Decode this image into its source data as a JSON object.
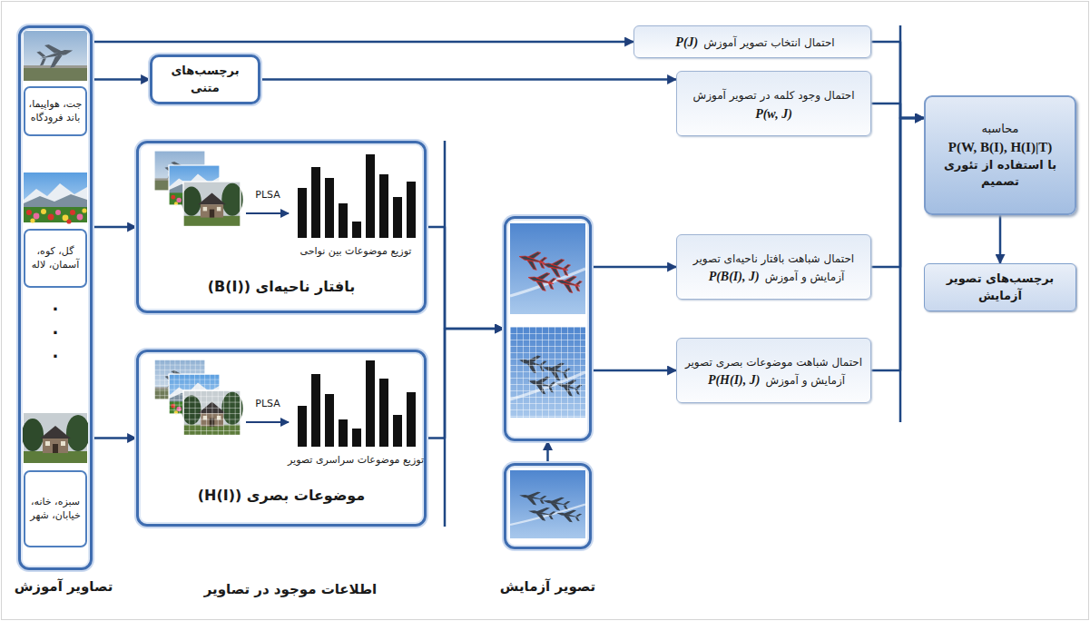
{
  "diagram": {
    "nodes": [
      {
        "text": [
          "تصاویر آموزش"
        ]
      },
      {
        "text": [
          "جت، هواپیما، باند فرودگاه"
        ],
        "in": 0
      },
      {
        "text": [
          "گل، کوه، آسمان، لاله"
        ],
        "in": 0
      },
      {
        "text": [
          "سبزه، خانه، خیابان، شهر"
        ],
        "in": 0
      },
      {
        "text": [
          "برچسب‌های متنی"
        ]
      },
      {
        "text": [
          "PLSA",
          "توزیع موضوعات بین نواحی",
          "بافتار ناحیه‌ای (B(I))"
        ]
      },
      {
        "text": [
          "PLSA",
          "توزیع موضوعات سراسری تصویر",
          "موضوعات بصری (H(I))"
        ]
      },
      {
        "text": []
      },
      {
        "text": [
          "تصویر آزمایش"
        ]
      },
      {
        "text": [
          "احتمال انتخاب تصویر آموزش",
          "P(J)"
        ]
      },
      {
        "text": [
          "احتمال وجود کلمه در تصویر آموزش",
          "P(w, J)"
        ]
      },
      {
        "text": [
          "احتمال شباهت بافتار ناحیه‌ای تصویر آزمایش و آموزش",
          "P(B(I), J)"
        ]
      },
      {
        "text": [
          "احتمال شباهت موضوعات بصری تصویر آزمایش و آموزش",
          "P(H(I), J)"
        ]
      },
      {
        "text": [
          "محاسبه",
          "P(W, B(I), H(I)|T)",
          "با استفاده از تئوری تصمیم"
        ]
      },
      {
        "text": [
          "برچسب‌های تصویر آزمایش"
        ]
      }
    ],
    "edges": [
      {
        "from": 0,
        "to": 9,
        "arrow": "to"
      },
      {
        "from": 0,
        "to": 4,
        "arrow": "to"
      },
      {
        "from": 4,
        "to": 10,
        "arrow": "to"
      },
      {
        "from": 0,
        "to": 5,
        "arrow": "to"
      },
      {
        "from": 0,
        "to": 6,
        "arrow": "to"
      },
      {
        "from": 5,
        "to": 7,
        "arrow": "to"
      },
      {
        "from": 6,
        "to": 7,
        "arrow": "to"
      },
      {
        "from": 8,
        "to": 7,
        "arrow": "to"
      },
      {
        "from": 7,
        "to": 11,
        "arrow": "to"
      },
      {
        "from": 7,
        "to": 12,
        "arrow": "to"
      },
      {
        "from": 9,
        "to": 13,
        "arrow": "to"
      },
      {
        "from": 10,
        "to": 13,
        "arrow": "to"
      },
      {
        "from": 11,
        "to": 13,
        "arrow": "to"
      },
      {
        "from": 12,
        "to": 13,
        "arrow": "to"
      },
      {
        "from": 13,
        "to": 14,
        "arrow": "to"
      }
    ],
    "labels": [
      ".",
      ".",
      ".",
      "اطلاعات موجود در تصاویر"
    ]
  }
}
